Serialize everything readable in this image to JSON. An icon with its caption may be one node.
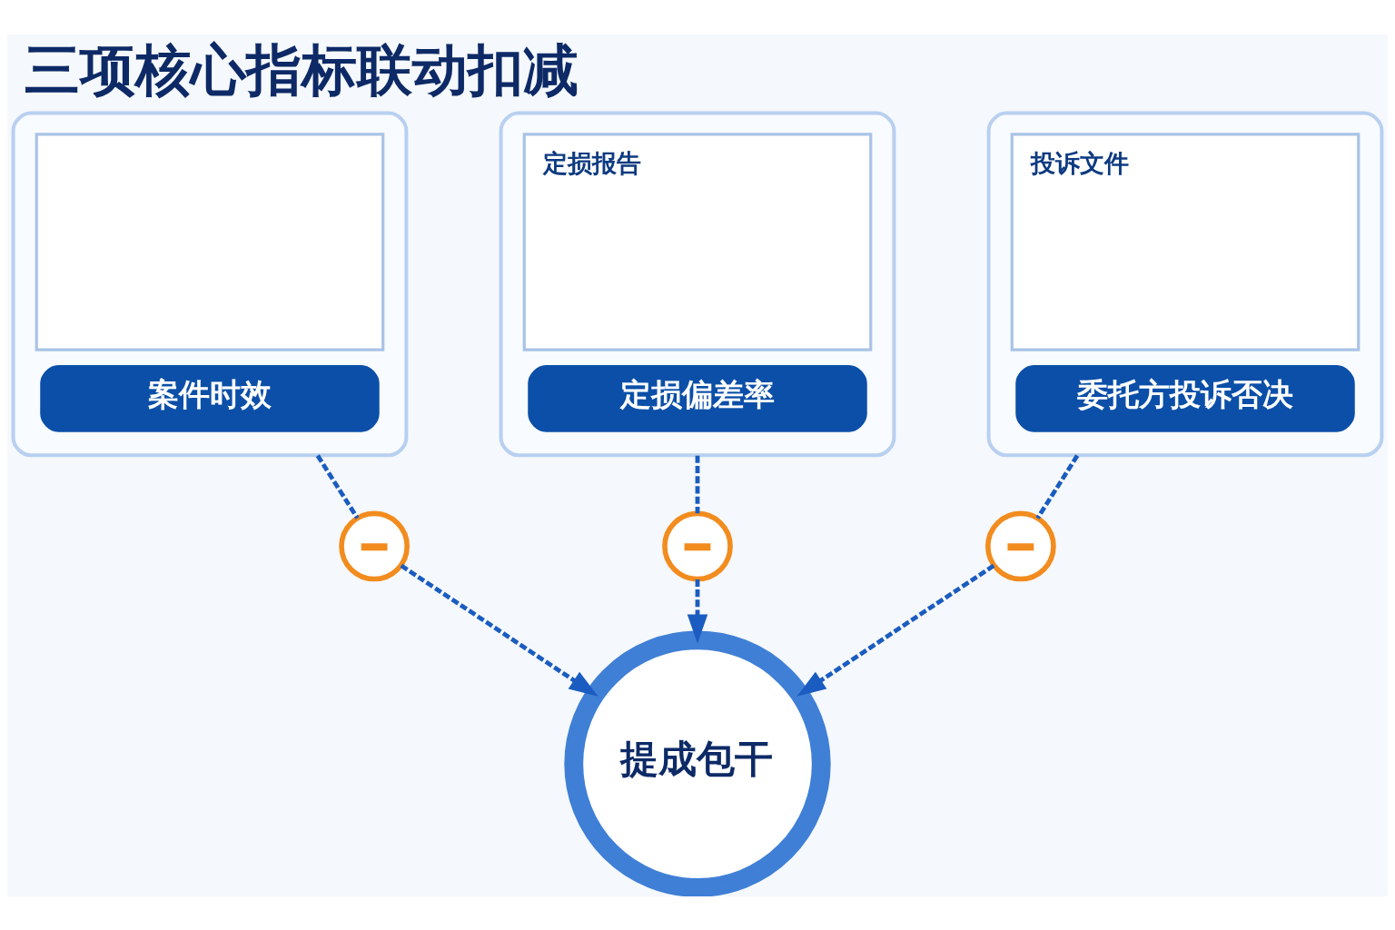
{
  "diagram": {
    "title": "三项核心指标联动扣减",
    "nodes": [
      {
        "text": [
          "案件时效"
        ]
      },
      {
        "text": [
          "定损报告",
          "定损偏差率"
        ]
      },
      {
        "text": [
          "投诉文件",
          "委托方投诉否决"
        ]
      },
      {
        "text": [],
        "shape": "circle"
      },
      {
        "text": [],
        "shape": "circle"
      },
      {
        "text": [],
        "shape": "circle"
      },
      {
        "text": [
          "提成包干"
        ]
      }
    ],
    "edges": [
      {
        "from": 0,
        "to": 3,
        "arrow": "none",
        "style": "dashed"
      },
      {
        "from": 3,
        "to": 6,
        "arrow": "to",
        "style": "dashed"
      },
      {
        "from": 1,
        "to": 4,
        "arrow": "none",
        "style": "dashed"
      },
      {
        "from": 4,
        "to": 6,
        "arrow": "to",
        "style": "dashed"
      },
      {
        "from": 2,
        "to": 5,
        "arrow": "none",
        "style": "dashed"
      },
      {
        "from": 5,
        "to": 6,
        "arrow": "to",
        "style": "dashed"
      }
    ]
  }
}
